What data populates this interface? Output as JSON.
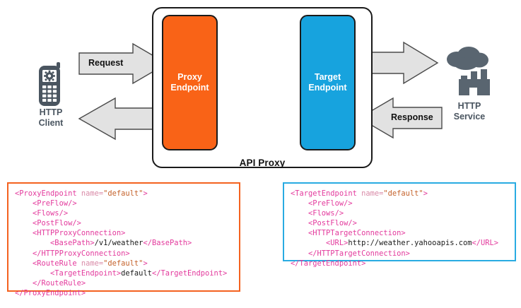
{
  "diagram": {
    "title": "API Proxy",
    "container_label": "API Proxy",
    "nodes": {
      "http_client": {
        "label": "HTTP\nClient",
        "icon": "mobile-phone-gear-icon",
        "color": "#4A5560"
      },
      "proxy_endpoint": {
        "label_line1": "Proxy",
        "label_line2": "Endpoint",
        "color": "#F96317"
      },
      "target_endpoint": {
        "label_line1": "Target",
        "label_line2": "Endpoint",
        "color": "#17A3DE"
      },
      "http_service": {
        "label": "HTTP\nService",
        "icon": "factory-cloud-icon",
        "color": "#4A5560"
      }
    },
    "arrows": {
      "request_label": "Request",
      "response_label": "Response",
      "fill": "#E2E2E2",
      "stroke": "#4a4a4a"
    }
  },
  "code_blocks": {
    "proxy": {
      "border_color": "#F4621F",
      "lines": [
        [
          {
            "t": "tag",
            "s": "<ProxyEndpoint"
          },
          {
            "t": "attr",
            "s": " name="
          },
          {
            "t": "val",
            "s": "\"default\""
          },
          {
            "t": "tag",
            "s": ">"
          }
        ],
        [
          {
            "t": "txt",
            "s": "    "
          },
          {
            "t": "tag",
            "s": "<PreFlow/>"
          }
        ],
        [
          {
            "t": "txt",
            "s": "    "
          },
          {
            "t": "tag",
            "s": "<Flows/>"
          }
        ],
        [
          {
            "t": "txt",
            "s": "    "
          },
          {
            "t": "tag",
            "s": "<PostFlow/>"
          }
        ],
        [
          {
            "t": "txt",
            "s": "    "
          },
          {
            "t": "tag",
            "s": "<HTTPProxyConnection>"
          }
        ],
        [
          {
            "t": "txt",
            "s": "        "
          },
          {
            "t": "tag",
            "s": "<BasePath>"
          },
          {
            "t": "txt",
            "s": "/v1/weather"
          },
          {
            "t": "tag",
            "s": "</BasePath>"
          }
        ],
        [
          {
            "t": "txt",
            "s": "    "
          },
          {
            "t": "tag",
            "s": "</HTTPProxyConnection>"
          }
        ],
        [
          {
            "t": "txt",
            "s": "    "
          },
          {
            "t": "tag",
            "s": "<RouteRule"
          },
          {
            "t": "attr",
            "s": " name="
          },
          {
            "t": "val",
            "s": "\"default\""
          },
          {
            "t": "tag",
            "s": ">"
          }
        ],
        [
          {
            "t": "txt",
            "s": "        "
          },
          {
            "t": "tag",
            "s": "<TargetEndpoint>"
          },
          {
            "t": "txt",
            "s": "default"
          },
          {
            "t": "tag",
            "s": "</TargetEndpoint>"
          }
        ],
        [
          {
            "t": "txt",
            "s": "    "
          },
          {
            "t": "tag",
            "s": "</RouteRule>"
          }
        ],
        [
          {
            "t": "tag",
            "s": "</ProxyEndpoint>"
          }
        ]
      ]
    },
    "target": {
      "border_color": "#29ABE2",
      "lines": [
        [
          {
            "t": "tag",
            "s": "<TargetEndpoint"
          },
          {
            "t": "attr",
            "s": " name="
          },
          {
            "t": "val",
            "s": "\"default\""
          },
          {
            "t": "tag",
            "s": ">"
          }
        ],
        [
          {
            "t": "txt",
            "s": "    "
          },
          {
            "t": "tag",
            "s": "<PreFlow/>"
          }
        ],
        [
          {
            "t": "txt",
            "s": "    "
          },
          {
            "t": "tag",
            "s": "<Flows/>"
          }
        ],
        [
          {
            "t": "txt",
            "s": "    "
          },
          {
            "t": "tag",
            "s": "<PostFlow/>"
          }
        ],
        [
          {
            "t": "txt",
            "s": "    "
          },
          {
            "t": "tag",
            "s": "<HTTPTargetConnection>"
          }
        ],
        [
          {
            "t": "txt",
            "s": "        "
          },
          {
            "t": "tag",
            "s": "<URL>"
          },
          {
            "t": "txt",
            "s": "http://weather.yahooapis.com"
          },
          {
            "t": "tag",
            "s": "</URL>"
          }
        ],
        [
          {
            "t": "txt",
            "s": "    "
          },
          {
            "t": "tag",
            "s": "</HTTPTargetConnection>"
          }
        ],
        [
          {
            "t": "tag",
            "s": "</TargetEndpoint>"
          }
        ]
      ]
    }
  }
}
